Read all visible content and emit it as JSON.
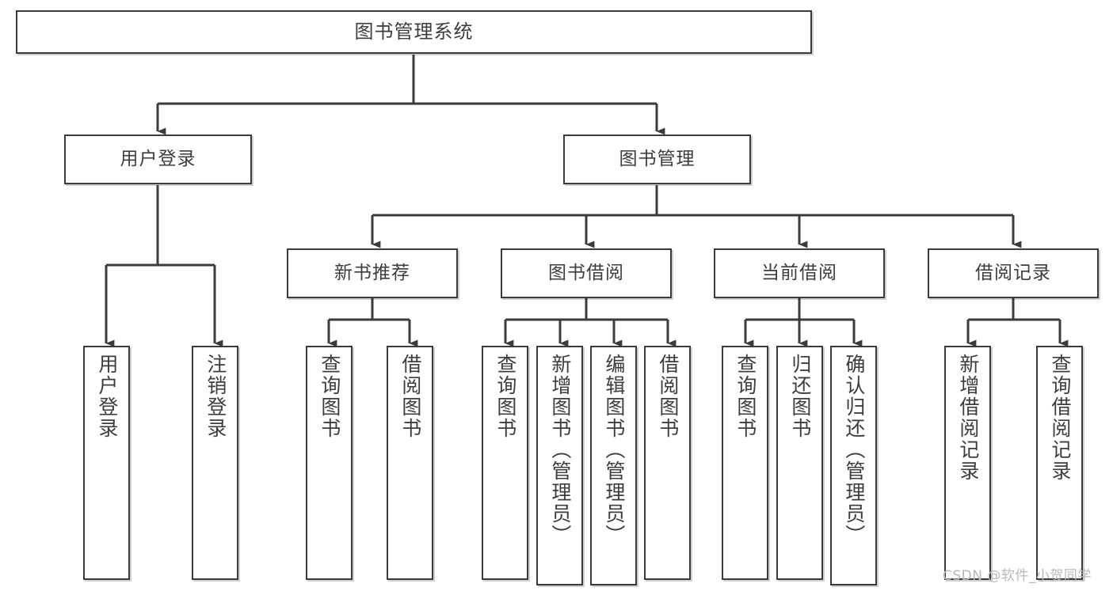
{
  "diagram": {
    "type": "tree",
    "title": "图书管理系统",
    "style": {
      "box_border_color": "#3b3b3b",
      "box_fill": "#ffffff",
      "text_color": "#3d3d3d",
      "connector_color": "#3b3b3b",
      "background": "#ffffff"
    },
    "nodes": {
      "root": {
        "label": "图书管理系统",
        "level": 1
      },
      "l2": [
        {
          "id": "user-login",
          "label": "用户登录",
          "level": 2
        },
        {
          "id": "book-manage",
          "label": "图书管理",
          "level": 2
        }
      ],
      "l3": [
        {
          "id": "new-book-rec",
          "label": "新书推荐",
          "level": 3,
          "parent": "book-manage"
        },
        {
          "id": "book-borrow",
          "label": "图书借阅",
          "level": 3,
          "parent": "book-manage"
        },
        {
          "id": "current-borrow",
          "label": "当前借阅",
          "level": 3,
          "parent": "book-manage"
        },
        {
          "id": "borrow-record",
          "label": "借阅记录",
          "level": 3,
          "parent": "book-manage"
        }
      ],
      "leaves": [
        {
          "id": "leaf-user-login",
          "label": "用户登录",
          "parent": "user-login"
        },
        {
          "id": "leaf-user-logout",
          "label": "注销登录",
          "parent": "user-login"
        },
        {
          "id": "leaf-query-book-1",
          "label": "查询图书",
          "parent": "new-book-rec"
        },
        {
          "id": "leaf-borrow-book-1",
          "label": "借阅图书",
          "parent": "new-book-rec"
        },
        {
          "id": "leaf-query-book-2",
          "label": "查询图书",
          "parent": "book-borrow"
        },
        {
          "id": "leaf-add-book",
          "label": "新增图书（管理员）",
          "parent": "book-borrow"
        },
        {
          "id": "leaf-edit-book",
          "label": "编辑图书（管理员）",
          "parent": "book-borrow"
        },
        {
          "id": "leaf-borrow-book-2",
          "label": "借阅图书",
          "parent": "book-borrow"
        },
        {
          "id": "leaf-query-book-3",
          "label": "查询图书",
          "parent": "current-borrow"
        },
        {
          "id": "leaf-return-book",
          "label": "归还图书",
          "parent": "current-borrow"
        },
        {
          "id": "leaf-confirm-return",
          "label": "确认归还（管理员）",
          "parent": "current-borrow"
        },
        {
          "id": "leaf-add-record",
          "label": "新增借阅记录",
          "parent": "borrow-record"
        },
        {
          "id": "leaf-query-record",
          "label": "查询借阅记录",
          "parent": "borrow-record"
        }
      ]
    }
  },
  "watermark": {
    "text": "CSDN @软件_小贺同学"
  }
}
